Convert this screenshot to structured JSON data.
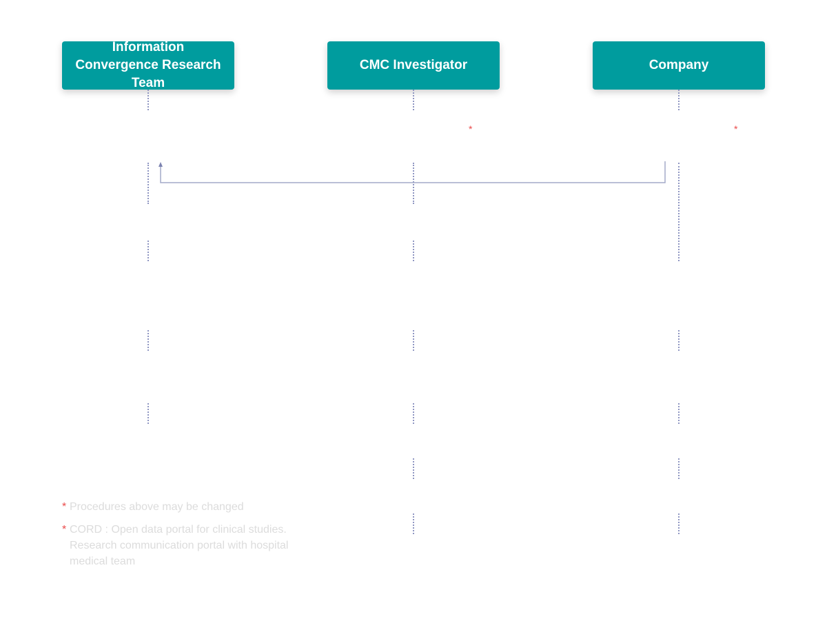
{
  "participants": {
    "team": "Information Convergence Research Team",
    "cmc": "CMC Investigator",
    "company": "Company"
  },
  "markers": {
    "asterisk": "*"
  },
  "footnotes": [
    {
      "star": "*",
      "text": "Procedures above may be changed"
    },
    {
      "star": "*",
      "text": "CORD : Open data portal for clinical studies. Research communication portal with hospital medical team"
    }
  ],
  "colors": {
    "header_bg": "#009c9e",
    "header_text": "#ffffff",
    "lifeline": "#8f96c2",
    "arrow": "#a3aac8",
    "asterisk": "#ea4a4a",
    "footnote_text": "#dcdcdc"
  }
}
